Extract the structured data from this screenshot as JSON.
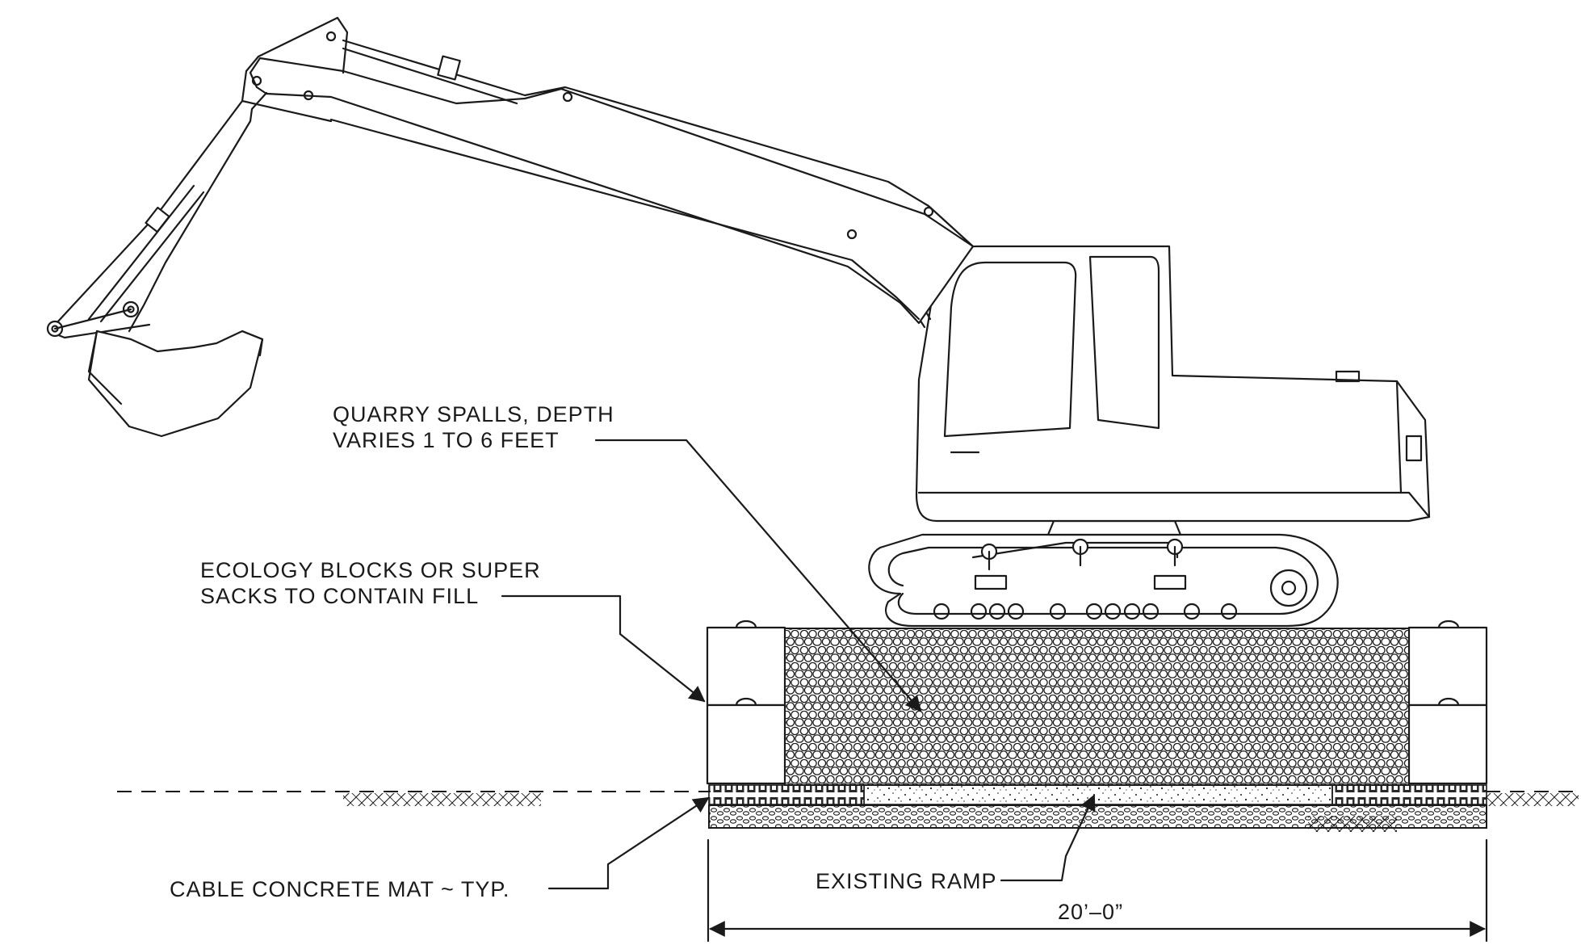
{
  "labels": {
    "quarry_line1": "QUARRY SPALLS, DEPTH",
    "quarry_line2": "VARIES 1 TO 6 FEET",
    "ecology_line1": "ECOLOGY BLOCKS OR SUPER",
    "ecology_line2": "SACKS TO CONTAIN FILL",
    "cable_mat": "CABLE CONCRETE MAT ~ TYP.",
    "existing_ramp": "EXISTING RAMP",
    "dimension": "20’–0”"
  },
  "colors": {
    "ink": "#1a1a1a",
    "paper": "#ffffff"
  }
}
